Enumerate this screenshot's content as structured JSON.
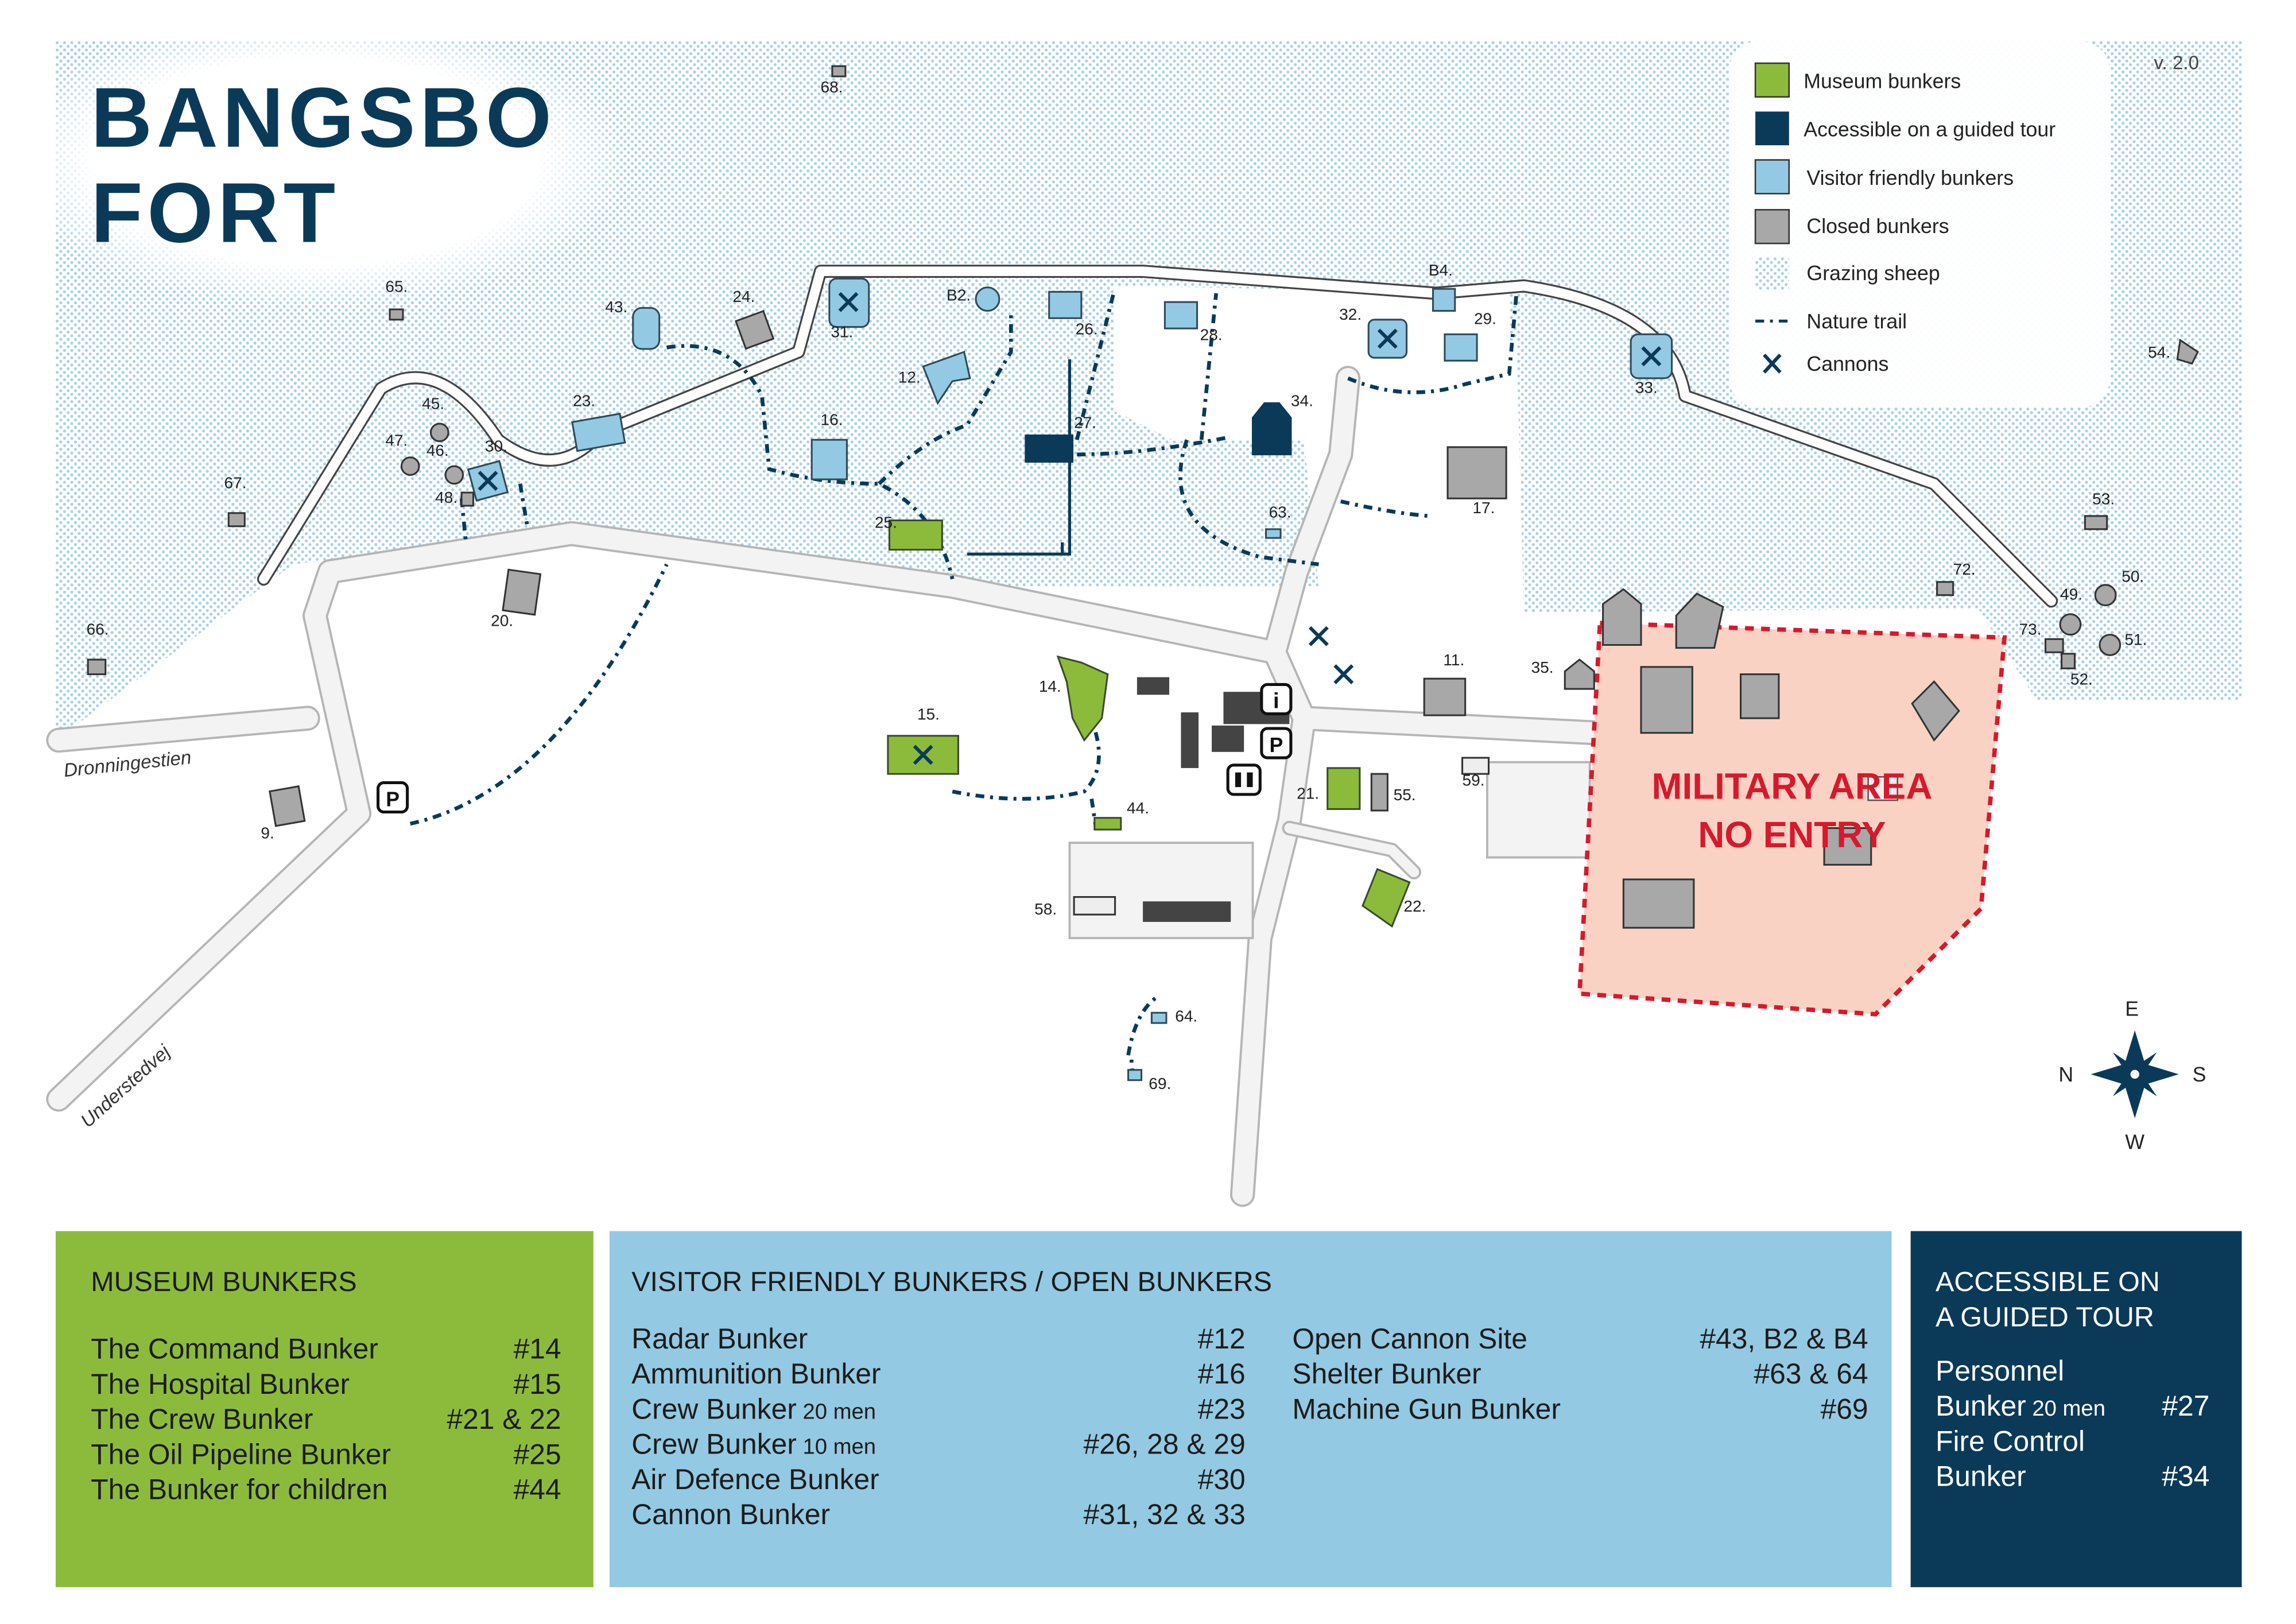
{
  "title": {
    "line1": "BANGSBO",
    "line2": "FORT"
  },
  "version": "v. 2.0",
  "colors": {
    "museum": "#8cbb3c",
    "guided": "#0b3a58",
    "visitor": "#93c9e3",
    "closed": "#a8a8a8",
    "sheep": "#b7d8ea",
    "military": "#d7192d",
    "military_fill": "#f9d2c4"
  },
  "legend": [
    {
      "label": "Museum bunkers",
      "icon": "green-square"
    },
    {
      "label": "Accessible on a guided tour",
      "icon": "navy-square"
    },
    {
      "label": "Visitor friendly bunkers",
      "icon": "lightblue-square"
    },
    {
      "label": "Closed bunkers",
      "icon": "grey-square"
    },
    {
      "label": "Grazing sheep",
      "icon": "dotted-pattern"
    },
    {
      "label": "Nature trail",
      "icon": "dash-dot-line"
    },
    {
      "label": "Cannons",
      "icon": "x-mark"
    }
  ],
  "roads": {
    "dronningestien": "Dronningestien",
    "understedvej": "Understedvej"
  },
  "military_area": {
    "line1": "MILITARY AREA",
    "line2": "NO ENTRY"
  },
  "compass": {
    "north": "N",
    "south": "S",
    "east": "E",
    "west": "W"
  },
  "map_labels": [
    "68.",
    "65.",
    "43.",
    "24.",
    "31.",
    "B2.",
    "26.",
    "28.",
    "B4.",
    "32.",
    "29.",
    "33.",
    "54.",
    "45.",
    "47.",
    "46.",
    "30.",
    "48.",
    "23.",
    "12.",
    "16.",
    "27.",
    "34.",
    "63.",
    "17.",
    "67.",
    "25.",
    "53.",
    "72.",
    "50.",
    "49.",
    "73.",
    "51.",
    "52.",
    "66.",
    "20.",
    "11.",
    "35.",
    "14.",
    "15.",
    "21.",
    "55.",
    "59.",
    "44.",
    "9.",
    "58.",
    "22.",
    "64.",
    "69."
  ],
  "map_symbols": {
    "info": "i",
    "parking": "P"
  },
  "panels": {
    "museum": {
      "heading": "MUSEUM BUNKERS",
      "rows": [
        {
          "name": "The Command Bunker",
          "note": "",
          "num": "#14"
        },
        {
          "name": "The Hospital Bunker",
          "note": "",
          "num": "#15"
        },
        {
          "name": "The Crew Bunker",
          "note": "",
          "num": "#21 & 22"
        },
        {
          "name": "The Oil Pipeline Bunker",
          "note": "",
          "num": "#25"
        },
        {
          "name": "The Bunker for children",
          "note": "",
          "num": "#44"
        }
      ]
    },
    "visitor": {
      "heading": "VISITOR FRIENDLY BUNKERS / OPEN BUNKERS",
      "col1": [
        {
          "name": "Radar Bunker",
          "note": "",
          "num": "#12"
        },
        {
          "name": "Ammunition Bunker",
          "note": "",
          "num": "#16"
        },
        {
          "name": "Crew Bunker",
          "note": "20 men",
          "num": "#23"
        },
        {
          "name": "Crew Bunker",
          "note": "10 men",
          "num": "#26, 28 & 29"
        },
        {
          "name": "Air Defence Bunker",
          "note": "",
          "num": "#30"
        },
        {
          "name": "Cannon Bunker",
          "note": "",
          "num": "#31, 32 & 33"
        }
      ],
      "col2": [
        {
          "name": "Open Cannon Site",
          "note": "",
          "num": "#43, B2 & B4"
        },
        {
          "name": "Shelter Bunker",
          "note": "",
          "num": "#63 & 64"
        },
        {
          "name": "Machine Gun Bunker",
          "note": "",
          "num": "#69"
        }
      ]
    },
    "guided": {
      "heading1": "ACCESSIBLE ON",
      "heading2": "A GUIDED TOUR",
      "rows": [
        {
          "name": "Personnel",
          "note": "",
          "num": ""
        },
        {
          "name": "Bunker",
          "note": "20 men",
          "num": "#27"
        },
        {
          "name": "Fire Control",
          "note": "",
          "num": ""
        },
        {
          "name": "Bunker",
          "note": "",
          "num": "#34"
        }
      ]
    }
  }
}
